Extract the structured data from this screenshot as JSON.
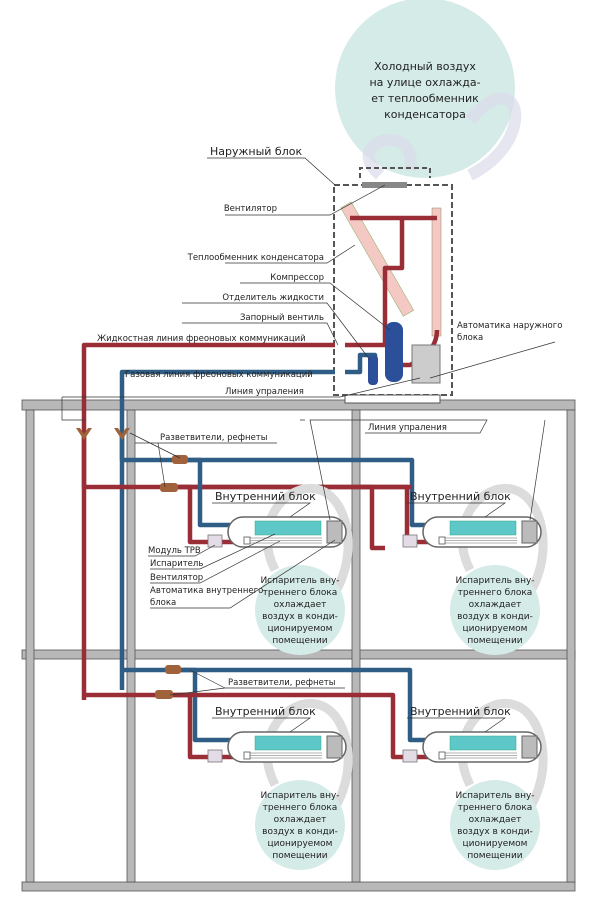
{
  "colors": {
    "liquid_line": "#9a2e37",
    "gas_line": "#2f5d86",
    "coil": "#5ec8c8",
    "bubble": "#d5ebe8",
    "wall": "#b8b8b8"
  },
  "outdoor_bubble": [
    "Холодный воздух",
    "на улице охлажда-",
    "ет теплообменник",
    "конденсатора"
  ],
  "labels": {
    "outdoor_unit": "Наружный блок",
    "fan": "Вентилятор",
    "condenser": "Теплообменник конденсатора",
    "compressor": "Компрессор",
    "separator": "Отделитель жидкости",
    "valve": "Запорный вентиль",
    "liquid_line": "Жидкостная линия фреоновых коммуникаций",
    "gas_line": "Газовая линия фреоновых коммуникаций",
    "control_line": "Линия упраления",
    "outdoor_auto_1": "Автоматика наружного",
    "outdoor_auto_2": "блока",
    "control_line_2": "Линия упраления",
    "branches_1": "Разветвители, рефнеты",
    "branches_2": "Разветвители, рефнеты",
    "trv": "Модуль ТРВ",
    "evaporator": "Испаритель",
    "indoor_fan": "Вентилятор",
    "indoor_auto_1": "Автоматика внутреннего",
    "indoor_auto_2": "блока"
  },
  "indoor_units": [
    {
      "title": "Внутренний блок",
      "bubble": [
        "Испаритель вну-",
        "треннего блока",
        "охлаждает",
        "воздух в конди-",
        "ционируемом",
        "помещении"
      ]
    },
    {
      "title": "Внутренний блок",
      "bubble": [
        "Испаритель вну-",
        "треннего блока",
        "охлаждает",
        "воздух в конди-",
        "ционируемом",
        "помещении"
      ]
    },
    {
      "title": "Внутренний блок",
      "bubble": [
        "Испаритель вну-",
        "треннего блока",
        "охлаждает",
        "воздух в конди-",
        "ционируемом",
        "помещении"
      ]
    },
    {
      "title": "Внутренний блок",
      "bubble": [
        "Испаритель вну-",
        "треннего блока",
        "охлаждает",
        "воздух в конди-",
        "ционируемом",
        "помещении"
      ]
    }
  ]
}
